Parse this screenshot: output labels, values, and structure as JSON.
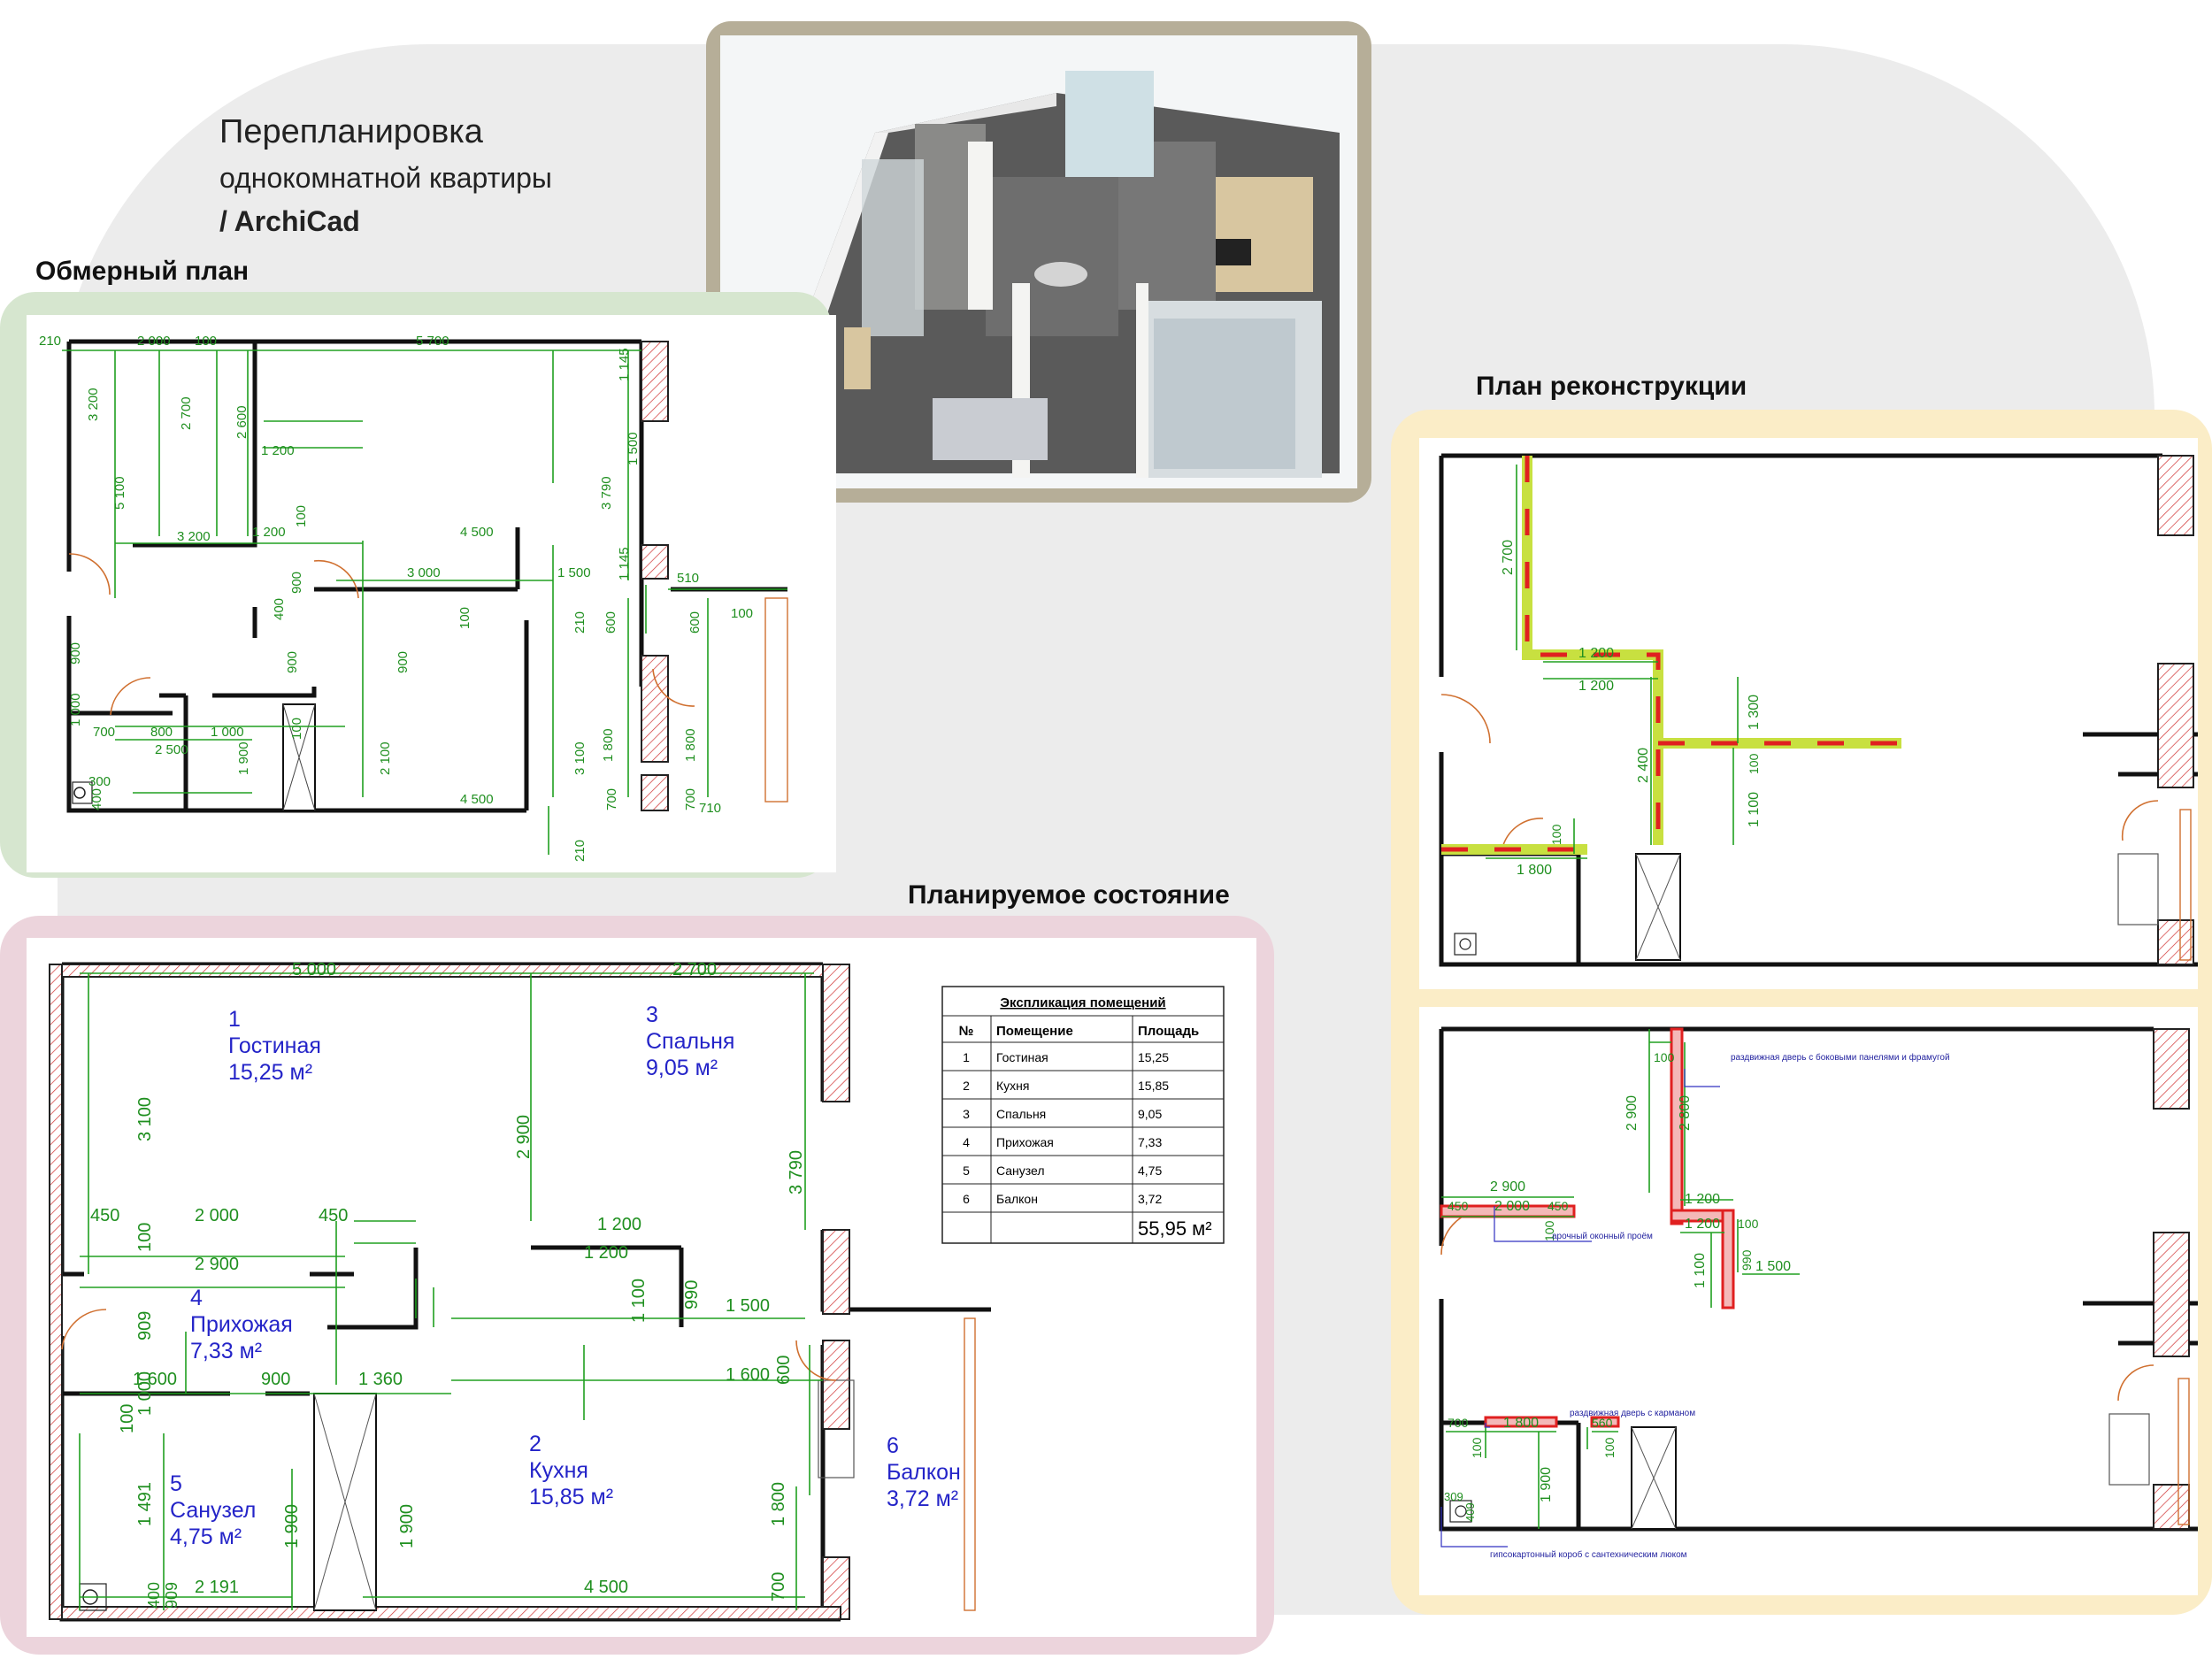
{
  "title": {
    "line1": "Перепланировка",
    "line2": "однокомнатной квартиры",
    "line3": "/  ArchiCad"
  },
  "sections": {
    "measured": "Обмерный план",
    "reconstruction": "План реконструкции",
    "planned": "Планируемое состояние"
  },
  "colors": {
    "measured_frame": "#d6e6cf",
    "planned_frame": "#ecd4dc",
    "reconstruction_frame": "#fbedc7",
    "dimension": "#20a020",
    "room_label": "#2424c8",
    "demolition": "#e02020",
    "new_wall": "#c8e040"
  },
  "measured_dims": {
    "d210": "210",
    "d2000": "2 000",
    "d100": "100",
    "d5700": "5 700",
    "d1145a": "1 145",
    "d3200v": "3 200",
    "d2700v": "2 700",
    "d2600v": "2 600",
    "d1200": "1 200",
    "d100b": "100",
    "d3790": "3 790",
    "d1500v": "1 500",
    "d5100": "5 100",
    "d4500": "4 500",
    "d3200": "3 200",
    "d1200b": "1 200",
    "d1145b": "1 145",
    "d900v": "900",
    "d3000": "3 000",
    "d1500": "1 500",
    "d510": "510",
    "d400": "400",
    "d100c": "100",
    "d210b": "210",
    "d600": "600",
    "d600b": "600",
    "d100d": "100",
    "d900b": "900",
    "d900c": "900",
    "d1000": "1 000",
    "d700": "700",
    "d800": "800",
    "d1000b": "1 000",
    "d100e": "100",
    "d2500": "2 500",
    "d2100": "2 100",
    "d3100": "3 100",
    "d1800": "1 800",
    "d1800b": "1 800",
    "d1900": "1 900",
    "d300": "300",
    "d400b": "400",
    "d4500b": "4 500",
    "d700b": "700",
    "d700c": "700",
    "d710": "710",
    "d210c": "210"
  },
  "planned_rooms": [
    {
      "num": "1",
      "name": "Гостиная",
      "area": "15,25 м²"
    },
    {
      "num": "2",
      "name": "Кухня",
      "area": "15,85 м²"
    },
    {
      "num": "3",
      "name": "Спальня",
      "area": "9,05 м²"
    },
    {
      "num": "4",
      "name": "Прихожая",
      "area": "7,33 м²"
    },
    {
      "num": "5",
      "name": "Санузел",
      "area": "4,75 м²"
    },
    {
      "num": "6",
      "name": "Балкон",
      "area": "3,72 м²"
    }
  ],
  "planned_dims": {
    "d5000": "5 000",
    "d2700": "2 700",
    "d3100": "3 100",
    "d2900v": "2 900",
    "d3790": "3 790",
    "d450": "450",
    "d2000": "2 000",
    "d450b": "450",
    "d100": "100",
    "d1200": "1 200",
    "d1200b": "1 200",
    "d2900": "2 900",
    "d1100": "1 100",
    "d990": "990",
    "d1500": "1 500",
    "d909": "909",
    "d1000": "1 000",
    "d600": "600",
    "d1600": "1 600",
    "d1600b": "1 600",
    "d900": "900",
    "d1360": "1 360",
    "d100b": "100",
    "d1491": "1 491",
    "d1900": "1 900",
    "d1900b": "1 900",
    "d1800": "1 800",
    "d400": "400",
    "d909b": "909",
    "d2191": "2 191",
    "d4500": "4 500",
    "d700": "700"
  },
  "explication": {
    "title": "Экспликация помещений",
    "headers": [
      "№",
      "Помещение",
      "Площадь"
    ],
    "rows": [
      [
        "1",
        "Гостиная",
        "15,25"
      ],
      [
        "2",
        "Кухня",
        "15,85"
      ],
      [
        "3",
        "Спальня",
        "9,05"
      ],
      [
        "4",
        "Прихожая",
        "7,33"
      ],
      [
        "5",
        "Санузел",
        "4,75"
      ],
      [
        "6",
        "Балкон",
        "3,72"
      ]
    ],
    "total": "55,95 м²"
  },
  "recon_dims": {
    "d2700": "2 700",
    "d1200": "1 200",
    "d1200b": "1 200",
    "d1300": "1 300",
    "d2400": "2 400",
    "d100": "100",
    "d1100": "1 100",
    "d100b": "100",
    "d1800": "1 800"
  },
  "recon2_dims": {
    "d100": "100",
    "d2900v": "2 900",
    "d2800": "2 800",
    "d2900": "2 900",
    "d2000": "2 000",
    "d450": "450",
    "d450b": "450",
    "d100b": "100",
    "d1200": "1 200",
    "d1200b": "1 200",
    "d100c": "100",
    "d990": "990",
    "d1100": "1 100",
    "d1500": "1 500",
    "d700": "700",
    "d1800": "1 800",
    "d560": "560",
    "d100d": "100",
    "d100e": "100",
    "d1900": "1 900",
    "d309": "309",
    "d409": "409"
  },
  "recon2_notes": {
    "sliding_panels": "раздвижная дверь с боковыми панелями и фрамугой",
    "arched_opening": "арочный оконный проём",
    "pocket_door": "раздвижная дверь с карманом",
    "drywall_box": "гипсокартонный короб с сантехническим люком"
  }
}
